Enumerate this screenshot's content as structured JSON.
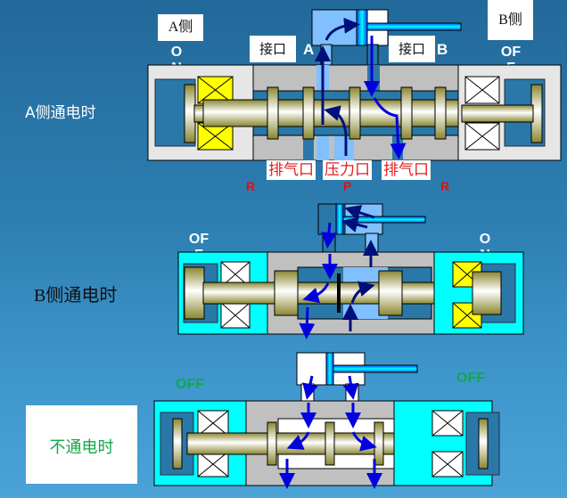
{
  "colors": {
    "background_top": "#22699a",
    "background_bottom": "#4aa2d6",
    "coil_energized": "#ffff00",
    "coil_off": "#ffffff",
    "solenoid_housing_light": "#e6e6e6",
    "solenoid_housing_cyan": "#00ffff",
    "valve_body": "#c0c0c0",
    "air_pressure": "#80c0ff",
    "flow_arrow": "#0000e0",
    "flow_arrow_dark": "#00107a",
    "label_red": "#e02020",
    "label_green": "#12a84a"
  },
  "diagrams": [
    {
      "id": "a-side-energized",
      "caption": "A侧通电时",
      "left_state": "ON",
      "right_state": "OFF",
      "left_side_label": "A侧",
      "right_side_label": "B侧",
      "port_labels": {
        "left_port_box": "接口",
        "right_port_box": "接口",
        "port_a": "A",
        "port_b": "B",
        "exhaust_left": "排气口",
        "pressure": "压力口",
        "exhaust_right": "排气口",
        "r_left": "R",
        "p": "P",
        "r_right": "R"
      }
    },
    {
      "id": "b-side-energized",
      "caption": "B侧通电时",
      "left_state": "OFF",
      "right_state": "ON"
    },
    {
      "id": "de-energized",
      "caption": "不通电时",
      "left_state": "OFF",
      "right_state": "OFF"
    }
  ]
}
